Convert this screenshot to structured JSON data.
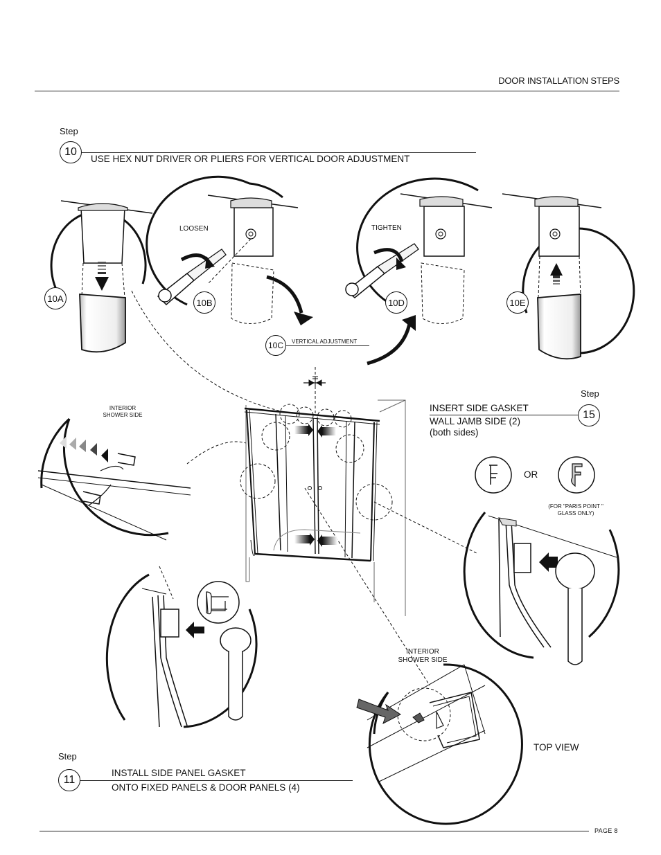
{
  "header": {
    "title": "DOOR INSTALLATION STEPS"
  },
  "footer": {
    "page": "PAGE 8"
  },
  "step10": {
    "word": "Step",
    "number": "10",
    "instruction": "USE HEX NUT DRIVER OR PLIERS FOR VERTICAL DOOR ADJUSTMENT",
    "sub": {
      "a": "10A",
      "b": "10B",
      "c": "10C",
      "d": "10D",
      "e": "10E"
    },
    "loosen": "LOOSEN",
    "tighten": "TIGHTEN",
    "vertical": "VERTICAL  ADJUSTMENT"
  },
  "step15": {
    "word": "Step",
    "number": "15",
    "line1": "INSERT SIDE GASKET",
    "line2": "WALL JAMB SIDE (2)",
    "line3": "(both sides)",
    "or": "OR",
    "paris_line1": "(FOR \"PARIS POINT \"",
    "paris_line2": "GLASS ONLY)",
    "top_view": "TOP VIEW",
    "interior_line1": "INTERIOR",
    "interior_line2": "SHOWER SIDE"
  },
  "step11": {
    "word": "Step",
    "number": "11",
    "line1": "INSTALL SIDE PANEL GASKET",
    "line2": "ONTO FIXED PANELS & DOOR PANELS (4)",
    "interior_line1": "INTERIOR",
    "interior_line2": "SHOWER SIDE"
  }
}
